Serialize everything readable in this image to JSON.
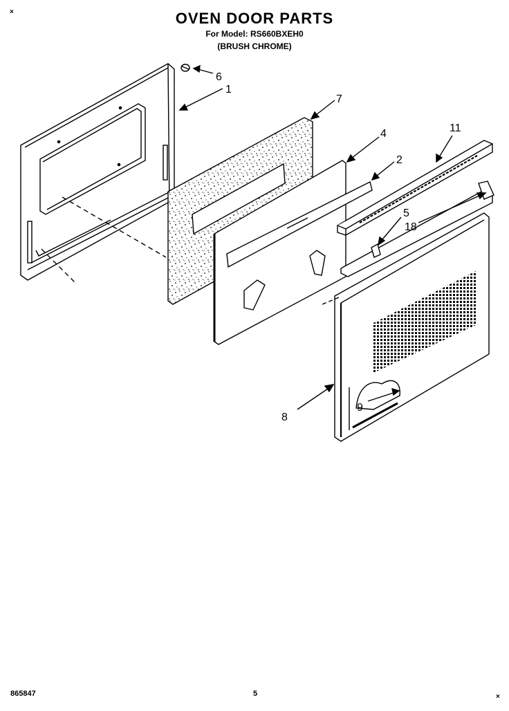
{
  "header": {
    "title": "OVEN DOOR PARTS",
    "model_line": "For Model: RS660BXEH0",
    "finish": "(BRUSH CHROME)"
  },
  "corner_marks": {
    "top_left": "×",
    "bottom_right": "×"
  },
  "footer": {
    "doc_number": "865847",
    "page_number": "5"
  },
  "callouts": [
    {
      "id": "1",
      "label": "1"
    },
    {
      "id": "2",
      "label": "2"
    },
    {
      "id": "4",
      "label": "4"
    },
    {
      "id": "5",
      "label": "5"
    },
    {
      "id": "6",
      "label": "6"
    },
    {
      "id": "7",
      "label": "7"
    },
    {
      "id": "8",
      "label": "8"
    },
    {
      "id": "9",
      "label": "9"
    },
    {
      "id": "11",
      "label": "11"
    },
    {
      "id": "18",
      "label": "18"
    }
  ]
}
